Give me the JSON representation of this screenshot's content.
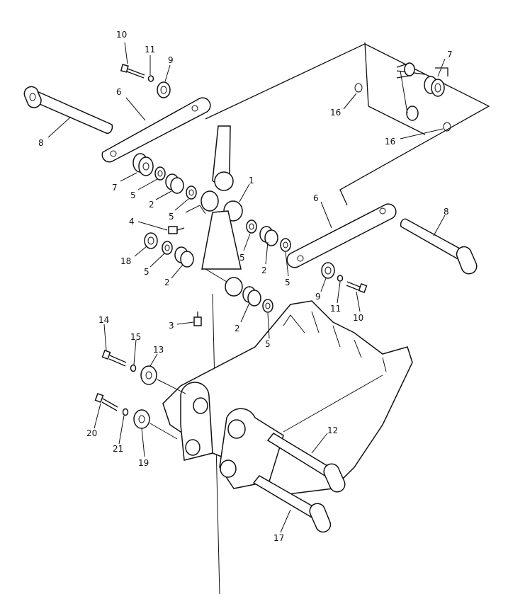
{
  "diagram": {
    "labels": [
      {
        "id": "l10a",
        "text": "10"
      },
      {
        "id": "l11a",
        "text": "11"
      },
      {
        "id": "l9a",
        "text": "9"
      },
      {
        "id": "l6a",
        "text": "6"
      },
      {
        "id": "l8a",
        "text": "8"
      },
      {
        "id": "l7a",
        "text": "7"
      },
      {
        "id": "l16a",
        "text": "16"
      },
      {
        "id": "l16b",
        "text": "16"
      },
      {
        "id": "l7b",
        "text": "7"
      },
      {
        "id": "l5a",
        "text": "5"
      },
      {
        "id": "l2a",
        "text": "2"
      },
      {
        "id": "l5b",
        "text": "5"
      },
      {
        "id": "l1",
        "text": "1"
      },
      {
        "id": "l6b",
        "text": "6"
      },
      {
        "id": "l8b",
        "text": "8"
      },
      {
        "id": "l4",
        "text": "4"
      },
      {
        "id": "l18",
        "text": "18"
      },
      {
        "id": "l5c",
        "text": "5"
      },
      {
        "id": "l2b",
        "text": "2"
      },
      {
        "id": "l5d",
        "text": "5"
      },
      {
        "id": "l2c",
        "text": "2"
      },
      {
        "id": "l5e",
        "text": "5"
      },
      {
        "id": "l9b",
        "text": "9"
      },
      {
        "id": "l11b",
        "text": "11"
      },
      {
        "id": "l10b",
        "text": "10"
      },
      {
        "id": "l3",
        "text": "3"
      },
      {
        "id": "l2d",
        "text": "2"
      },
      {
        "id": "l5f",
        "text": "5"
      },
      {
        "id": "l14",
        "text": "14"
      },
      {
        "id": "l15",
        "text": "15"
      },
      {
        "id": "l13",
        "text": "13"
      },
      {
        "id": "l12",
        "text": "12"
      },
      {
        "id": "l20",
        "text": "20"
      },
      {
        "id": "l21",
        "text": "21"
      },
      {
        "id": "l19",
        "text": "19"
      },
      {
        "id": "l17",
        "text": "17"
      }
    ]
  }
}
